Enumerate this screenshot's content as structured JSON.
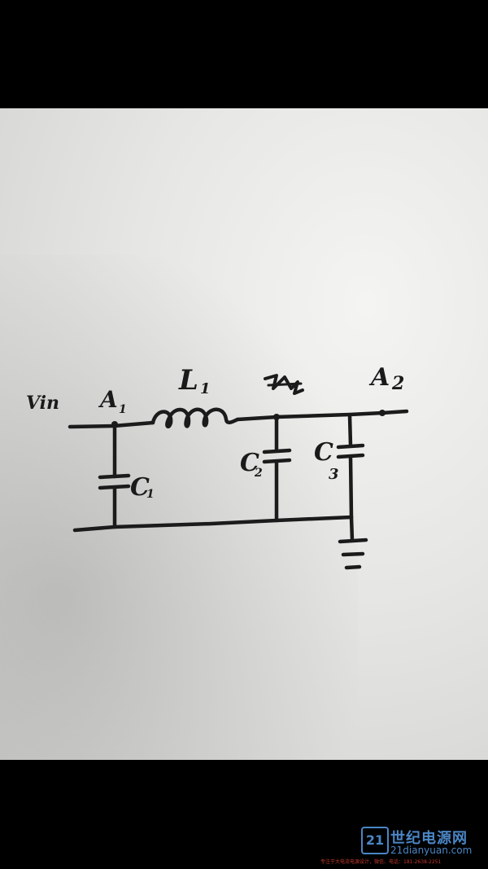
{
  "diagram": {
    "labels": {
      "input": "Vin",
      "node_a1": "A",
      "node_a1_sub": "1",
      "inductor": "L",
      "inductor_sub": "1",
      "node_a2": "A",
      "node_a2_sub": "2",
      "cap1": "C",
      "cap1_sub": "1",
      "cap2": "C",
      "cap2_sub": "2",
      "cap3": "C",
      "cap3_sub": "3"
    }
  },
  "watermark": {
    "logo_mark": "21",
    "site_name_cn": "世纪电源网",
    "site_url": "21dianyuan.com",
    "note": "专注于大电流电源设计，微信、电话：181-2638-2251"
  },
  "colors": {
    "ink": "#1b1b1b",
    "watermark_blue": "#4a86c5",
    "watermark_red": "#c0392b"
  }
}
